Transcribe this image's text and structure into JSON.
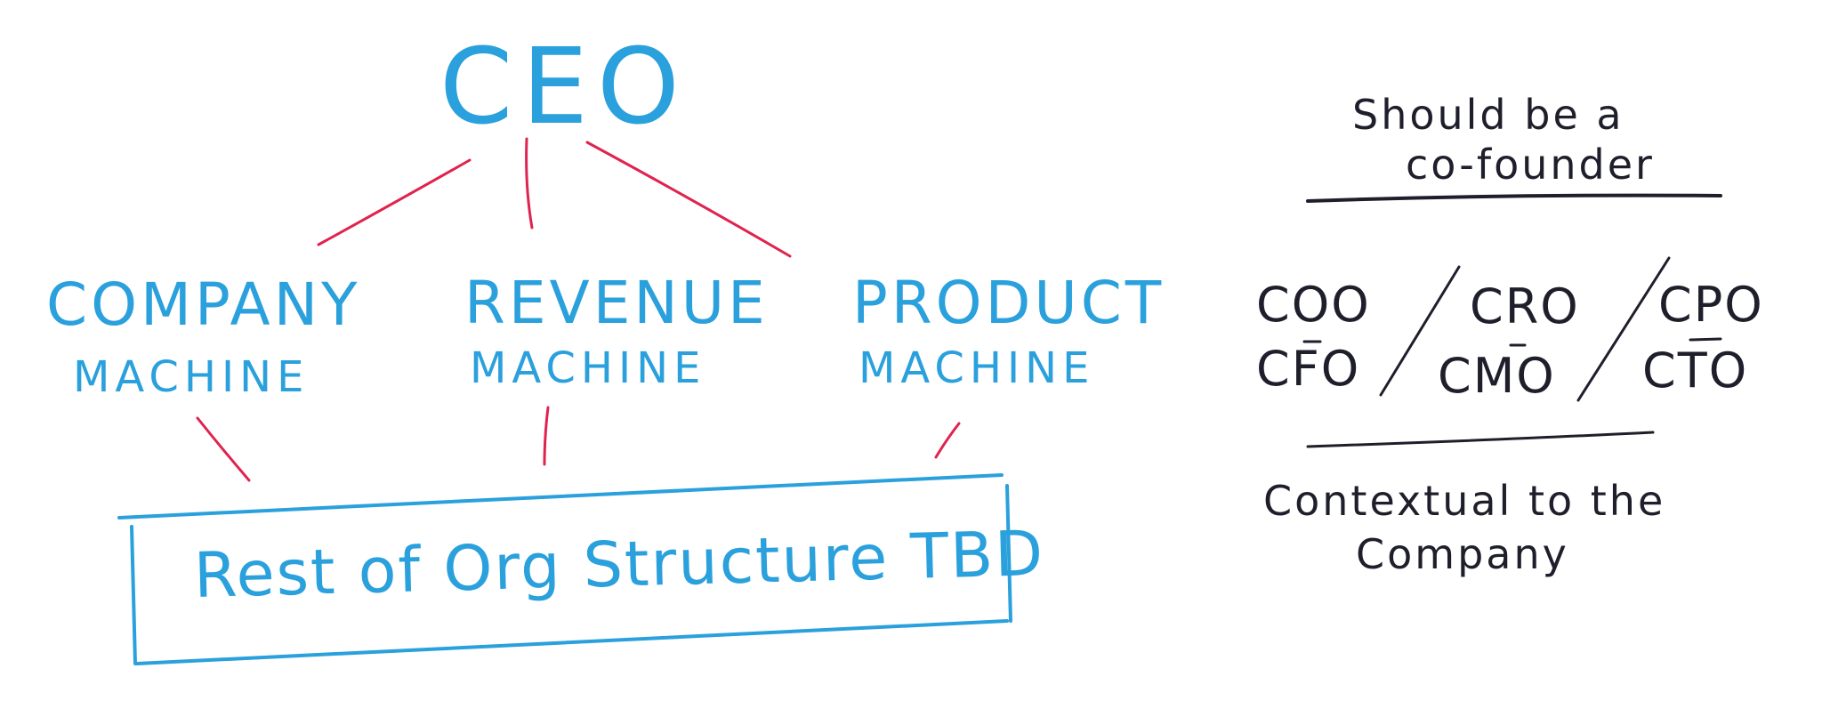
{
  "diagram": {
    "root": {
      "label": "CEO"
    },
    "machines": [
      {
        "title": "COMPANY",
        "subtitle": "MACHINE"
      },
      {
        "title": "REVENUE",
        "subtitle": "MACHINE"
      },
      {
        "title": "PRODUCT",
        "subtitle": "MACHINE"
      }
    ],
    "base_box": {
      "label": "Rest of Org Structure TBD"
    },
    "annotation": {
      "top_note_line1": "Should be a",
      "top_note_line2": "co-founder",
      "roles": {
        "group1": [
          "COO",
          "CFO"
        ],
        "group2": [
          "CRO",
          "CMO"
        ],
        "group3": [
          "CPO",
          "CTO"
        ]
      },
      "bottom_note_line1": "Contextual to the",
      "bottom_note_line2": "Company"
    },
    "colors": {
      "blue_ink": "#2aa0dc",
      "red_ink": "#e0234e",
      "dark_ink": "#1e1f2b"
    }
  }
}
